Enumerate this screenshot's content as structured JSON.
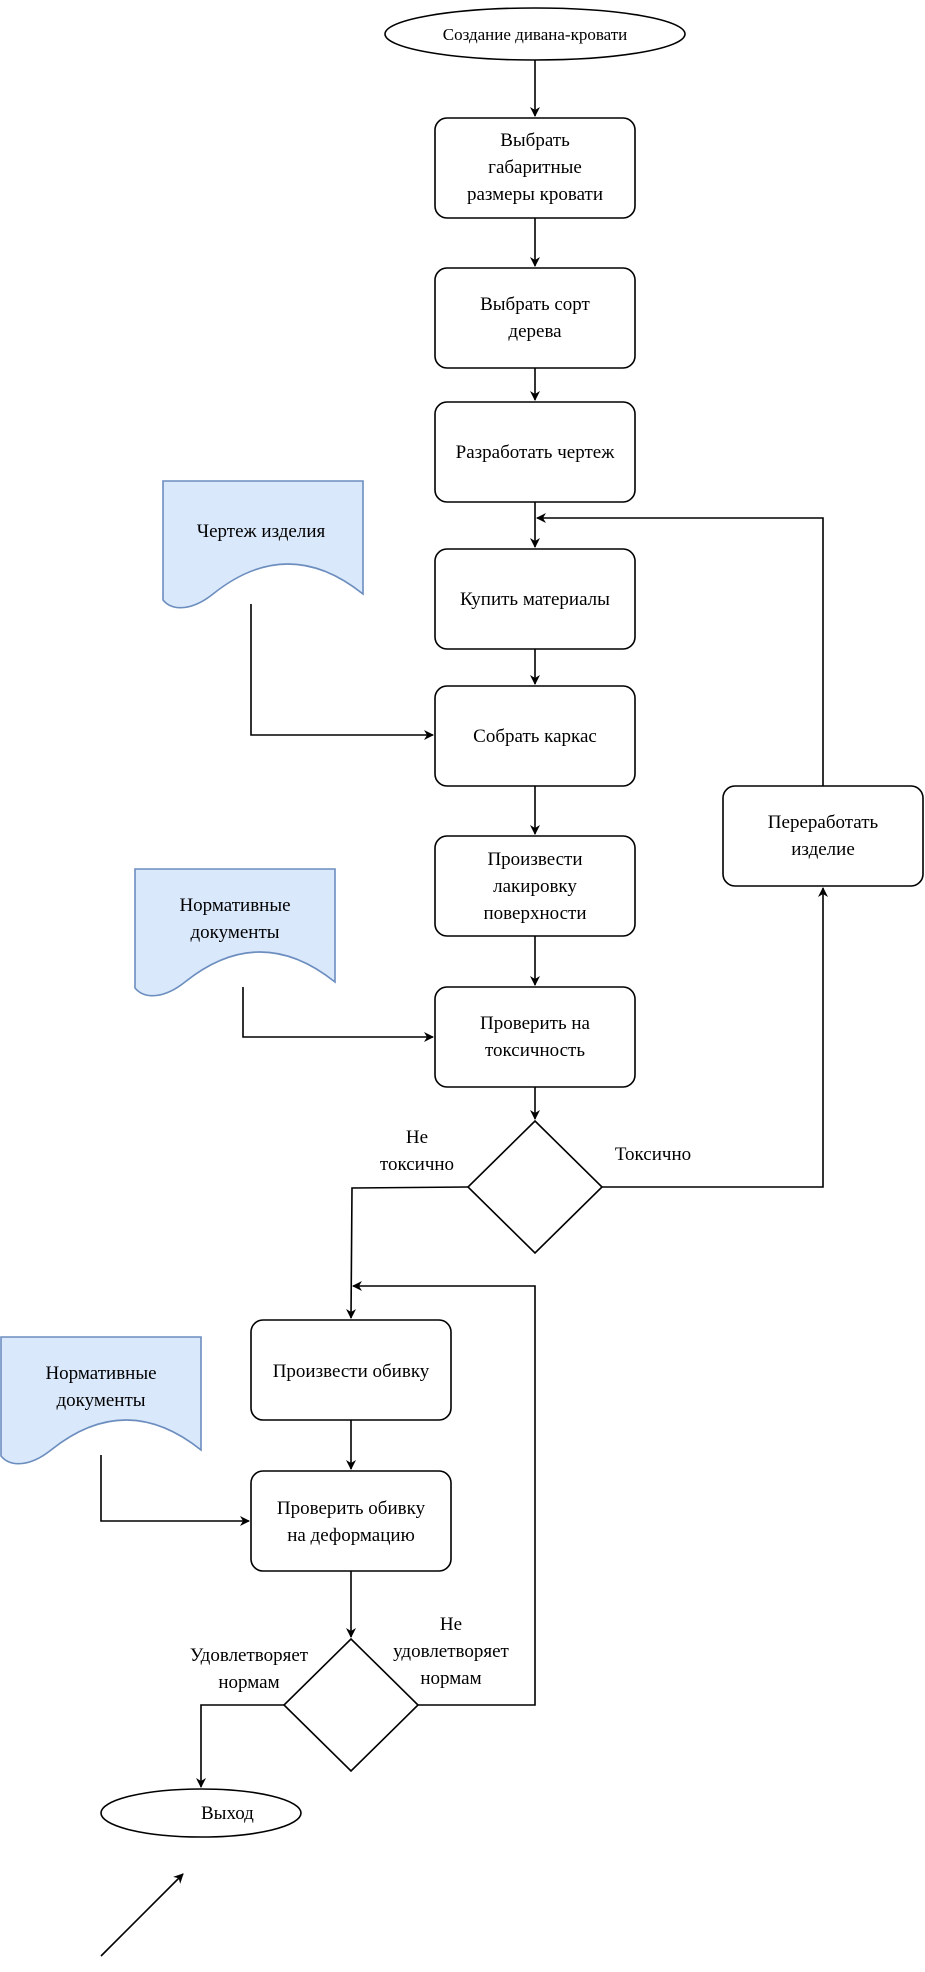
{
  "start": "Создание дивана-кровати",
  "steps": {
    "choose_size": [
      "Выбрать",
      "габаритные",
      "размеры кровати"
    ],
    "choose_wood": [
      "Выбрать сорт",
      "дерева"
    ],
    "develop_drawing": [
      "Разработать чертеж"
    ],
    "buy_materials": [
      "Купить материалы"
    ],
    "assemble_frame": [
      "Собрать каркас"
    ],
    "lacquer": [
      "Произвести",
      "лакировку",
      "поверхности"
    ],
    "check_toxicity": [
      "Проверить на",
      "токсичность"
    ],
    "rework": [
      "Переработать",
      "изделие"
    ],
    "upholstery": [
      "Произвести обивку"
    ],
    "check_deformation": [
      "Проверить обивку",
      "на деформацию"
    ]
  },
  "documents": {
    "drawing": [
      "Чертеж изделия"
    ],
    "norms_1": [
      "Нормативные",
      "документы"
    ],
    "norms_2": [
      "Нормативные",
      "документы"
    ]
  },
  "labels": {
    "not_toxic": [
      "Не",
      "токсично"
    ],
    "toxic": [
      "Токсично"
    ],
    "meets": [
      "Удовлетворяет",
      "нормам"
    ],
    "not_meets": [
      "Не",
      "удовлетворяет",
      "нормам"
    ]
  },
  "end": "Выход",
  "colors": {
    "stroke": "#000000",
    "document_fill": "#dae8fc",
    "document_stroke": "#6c8ebf",
    "background": "#ffffff"
  }
}
